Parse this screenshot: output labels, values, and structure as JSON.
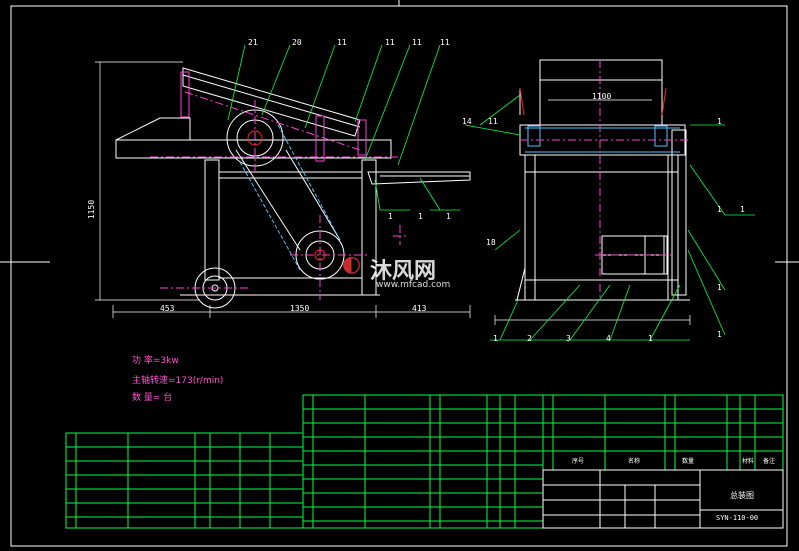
{
  "drawing": {
    "title": "总装图",
    "drawing_no": "SYN-110-00"
  },
  "tech_notes": [
    "功   率=3kw",
    "主轴转速=173(r/min)",
    "数  量=   台"
  ],
  "watermark": {
    "brand": "沐风网",
    "url": "www.mfcad.com"
  },
  "dimensions": {
    "height": "1150",
    "front_width": "1350",
    "side_width": "1100",
    "left_offset": "453",
    "right_offset": "413"
  },
  "balloons_top": [
    "21",
    "20",
    "11",
    "11",
    "11",
    "11"
  ],
  "balloons_side": [
    "14",
    "11",
    "1",
    "1",
    "1",
    "1",
    "18",
    "1",
    "1",
    "1",
    "1"
  ],
  "balloons_bottom": [
    "1",
    "2",
    "3",
    "4",
    "1"
  ],
  "title_block": {
    "row_labels": [
      "序号",
      "名称",
      "数量",
      "材料",
      "备注"
    ]
  },
  "colors": {
    "background": "#000000",
    "outline": "#ffffff",
    "leader": "#00ff44",
    "center": "#ff3fd8",
    "hidden": "#4fc3ff",
    "accent": "#ff2020"
  }
}
